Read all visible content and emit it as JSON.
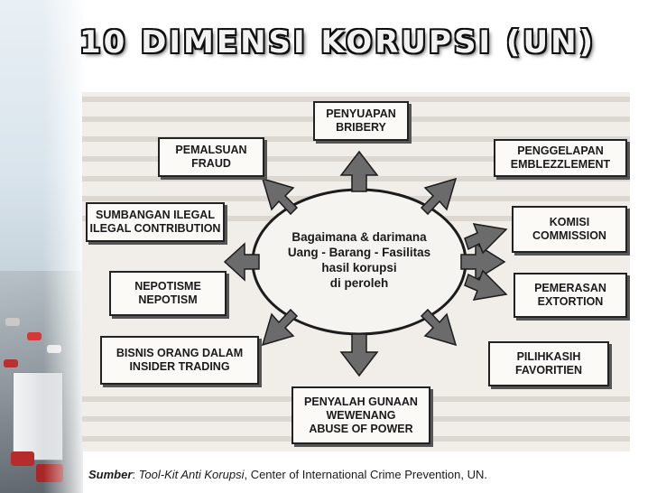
{
  "title": "10 DIMENSI KORUPSI (UN)",
  "center": {
    "line1": "Bagaimana & darimana",
    "line2": "Uang - Barang - Fasilitas",
    "line3": "hasil korupsi",
    "line4": "di peroleh"
  },
  "dimensions": {
    "bribery": {
      "id_label": "PENYUAPAN",
      "en_label": "BRIBERY"
    },
    "embezzlement": {
      "id_label": "PENGGELAPAN",
      "en_label": "EMBLEZZLEMENT"
    },
    "commission": {
      "id_label": "KOMISI",
      "en_label": "COMMISSION"
    },
    "extortion": {
      "id_label": "PEMERASAN",
      "en_label": "EXTORTION"
    },
    "favoritism": {
      "id_label": "PILIHKASIH",
      "en_label": "FAVORITIEN"
    },
    "abuse": {
      "id_label": "PENYALAH GUNAAN",
      "id_label2": "WEWENANG",
      "en_label": "ABUSE OF POWER"
    },
    "insider": {
      "id_label": "BISNIS ORANG DALAM",
      "en_label": "INSIDER TRADING"
    },
    "nepotism": {
      "id_label": "NEPOTISME",
      "en_label": "NEPOTISM"
    },
    "contribution": {
      "id_label": "SUMBANGAN ILEGAL",
      "en_label": "ILEGAL CONTRIBUTION"
    },
    "fraud": {
      "id_label": "PEMALSUAN",
      "en_label": "FRAUD"
    }
  },
  "source": {
    "label": "Sumber",
    "separator": ": ",
    "work": "Tool-Kit Anti Korupsi",
    "rest": ", Center of International Crime Prevention, UN."
  },
  "colors": {
    "box_border": "#222222",
    "arrow_fill": "#6b6b6b",
    "title_fill": "#f2f2f2"
  }
}
